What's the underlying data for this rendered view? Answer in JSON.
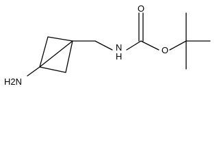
{
  "molecule": {
    "atoms": {
      "amine": "H2N",
      "amide_nitrogen": "N",
      "amide_hydrogen": "H",
      "carbonyl_oxygen": "O",
      "ester_oxygen": "O"
    }
  }
}
